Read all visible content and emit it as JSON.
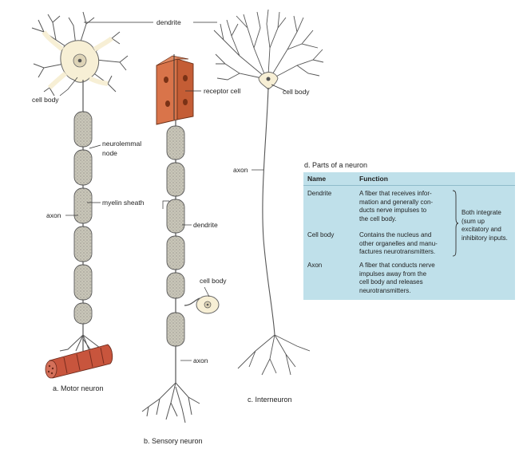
{
  "labels": {
    "dendrite": "dendrite",
    "cell_body_motor": "cell body",
    "neurolemmal_node_line1": "neurolemmal",
    "neurolemmal_node_line2": "node",
    "myelin_sheath": "myelin sheath",
    "axon_motor": "axon",
    "receptor_cell": "receptor cell",
    "dendrite_sensory": "dendrite",
    "cell_body_sensory": "cell body",
    "axon_sensory": "axon",
    "cell_body_inter": "cell body",
    "axon_inter": "axon"
  },
  "captions": {
    "motor": "a. Motor neuron",
    "sensory": "b. Sensory neuron",
    "interneuron": "c. Interneuron",
    "parts": "d. Parts of a neuron"
  },
  "table": {
    "headers": {
      "name": "Name",
      "function": "Function"
    },
    "rows": [
      {
        "name": "Dendrite",
        "function_lines": [
          "A fiber that receives infor-",
          "mation and generally con-",
          "ducts nerve impulses to",
          "the cell body."
        ]
      },
      {
        "name": "Cell body",
        "function_lines": [
          "Contains the nucleus and",
          "other organelles and manu-",
          "factures neurotransmitters."
        ]
      },
      {
        "name": "Axon",
        "function_lines": [
          "A fiber that conducts nerve",
          "impulses away from the",
          "cell body and releases",
          "neurotransmitters."
        ]
      }
    ],
    "note_lines": [
      "Both integrate",
      "(sum up",
      "excitatory and",
      "inhibitory inputs."
    ]
  },
  "colors": {
    "cell_body": "#f7efd5",
    "myelin": "#c9c6b8",
    "receptor": "#d9744a",
    "muscle": "#c8553d",
    "table_bg": "#bfe0ea"
  }
}
